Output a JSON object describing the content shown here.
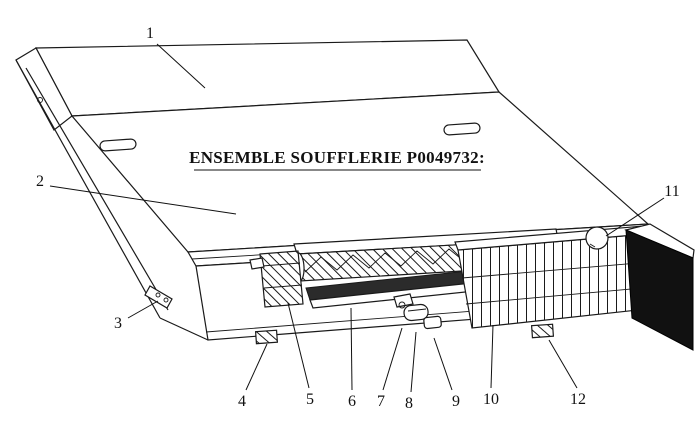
{
  "diagram": {
    "title": "ENSEMBLE SOUFFLERIE P0049732:",
    "callouts": [
      {
        "label": "1"
      },
      {
        "label": "2"
      },
      {
        "label": "3"
      },
      {
        "label": "4"
      },
      {
        "label": "5"
      },
      {
        "label": "6"
      },
      {
        "label": "7"
      },
      {
        "label": "8"
      },
      {
        "label": "9"
      },
      {
        "label": "10"
      },
      {
        "label": "11"
      },
      {
        "label": "12"
      }
    ],
    "colors": {
      "line": "#1a1a1a",
      "background": "#ffffff",
      "end_cap": "#111111"
    }
  }
}
